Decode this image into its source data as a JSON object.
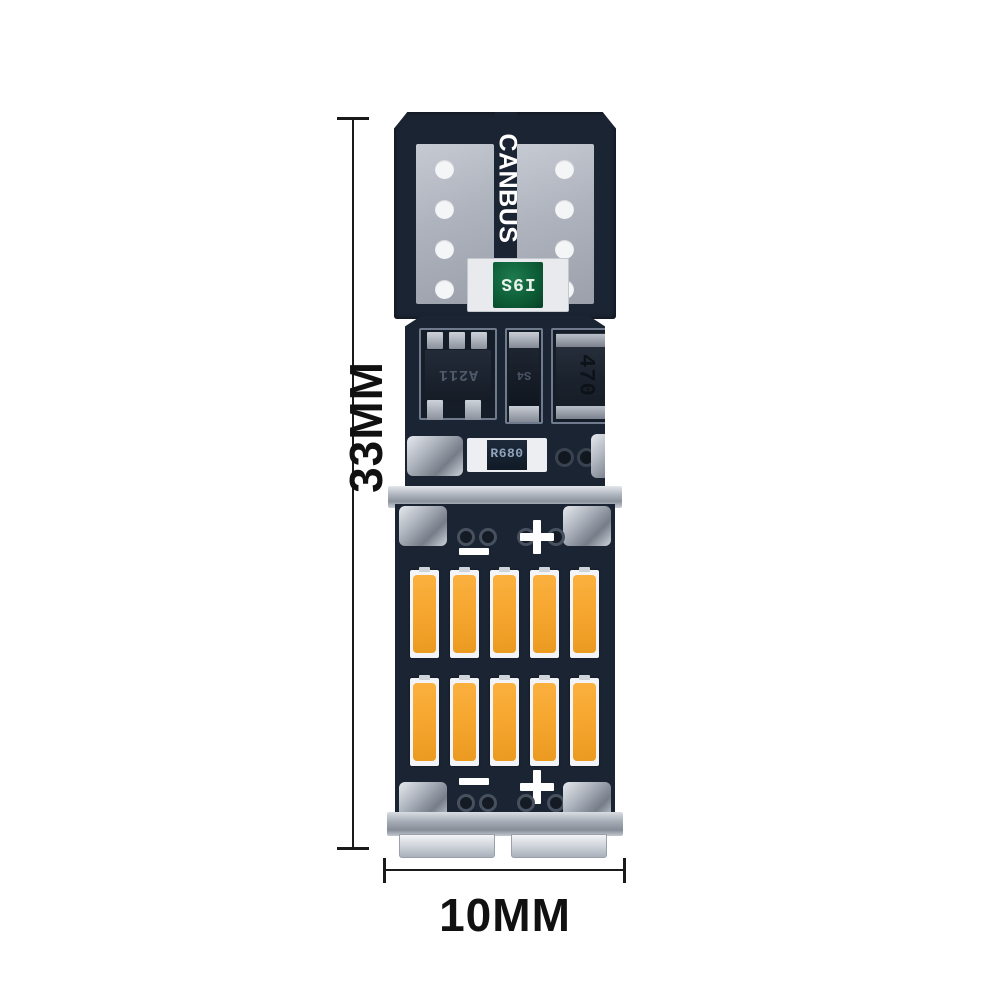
{
  "product": {
    "type": "T10 W5W CANBUS LED bulb PCB",
    "silkscreen_label": "CANBUS",
    "led_color_hex": "#F5A62E",
    "pcb_color_hex": "#1B2433",
    "pad_color_hex": "#AEB3BD",
    "background_hex": "#FFFFFF"
  },
  "dimensions": {
    "height_label": "33MM",
    "width_label": "10MM"
  },
  "components": {
    "fuse_resistor": {
      "code": "I9S",
      "color_hex": "#0C5C36"
    },
    "ic": {
      "code": "A211"
    },
    "diode": {
      "code": "S4"
    },
    "inductor": {
      "code": "470"
    },
    "resistor": {
      "code": "R680"
    }
  },
  "polarity": {
    "negative": "−",
    "positive": "+"
  },
  "led_array": {
    "rows": 2,
    "per_row": 5,
    "total": 10
  },
  "head": {
    "via_rows": 4,
    "via_columns": 2
  }
}
